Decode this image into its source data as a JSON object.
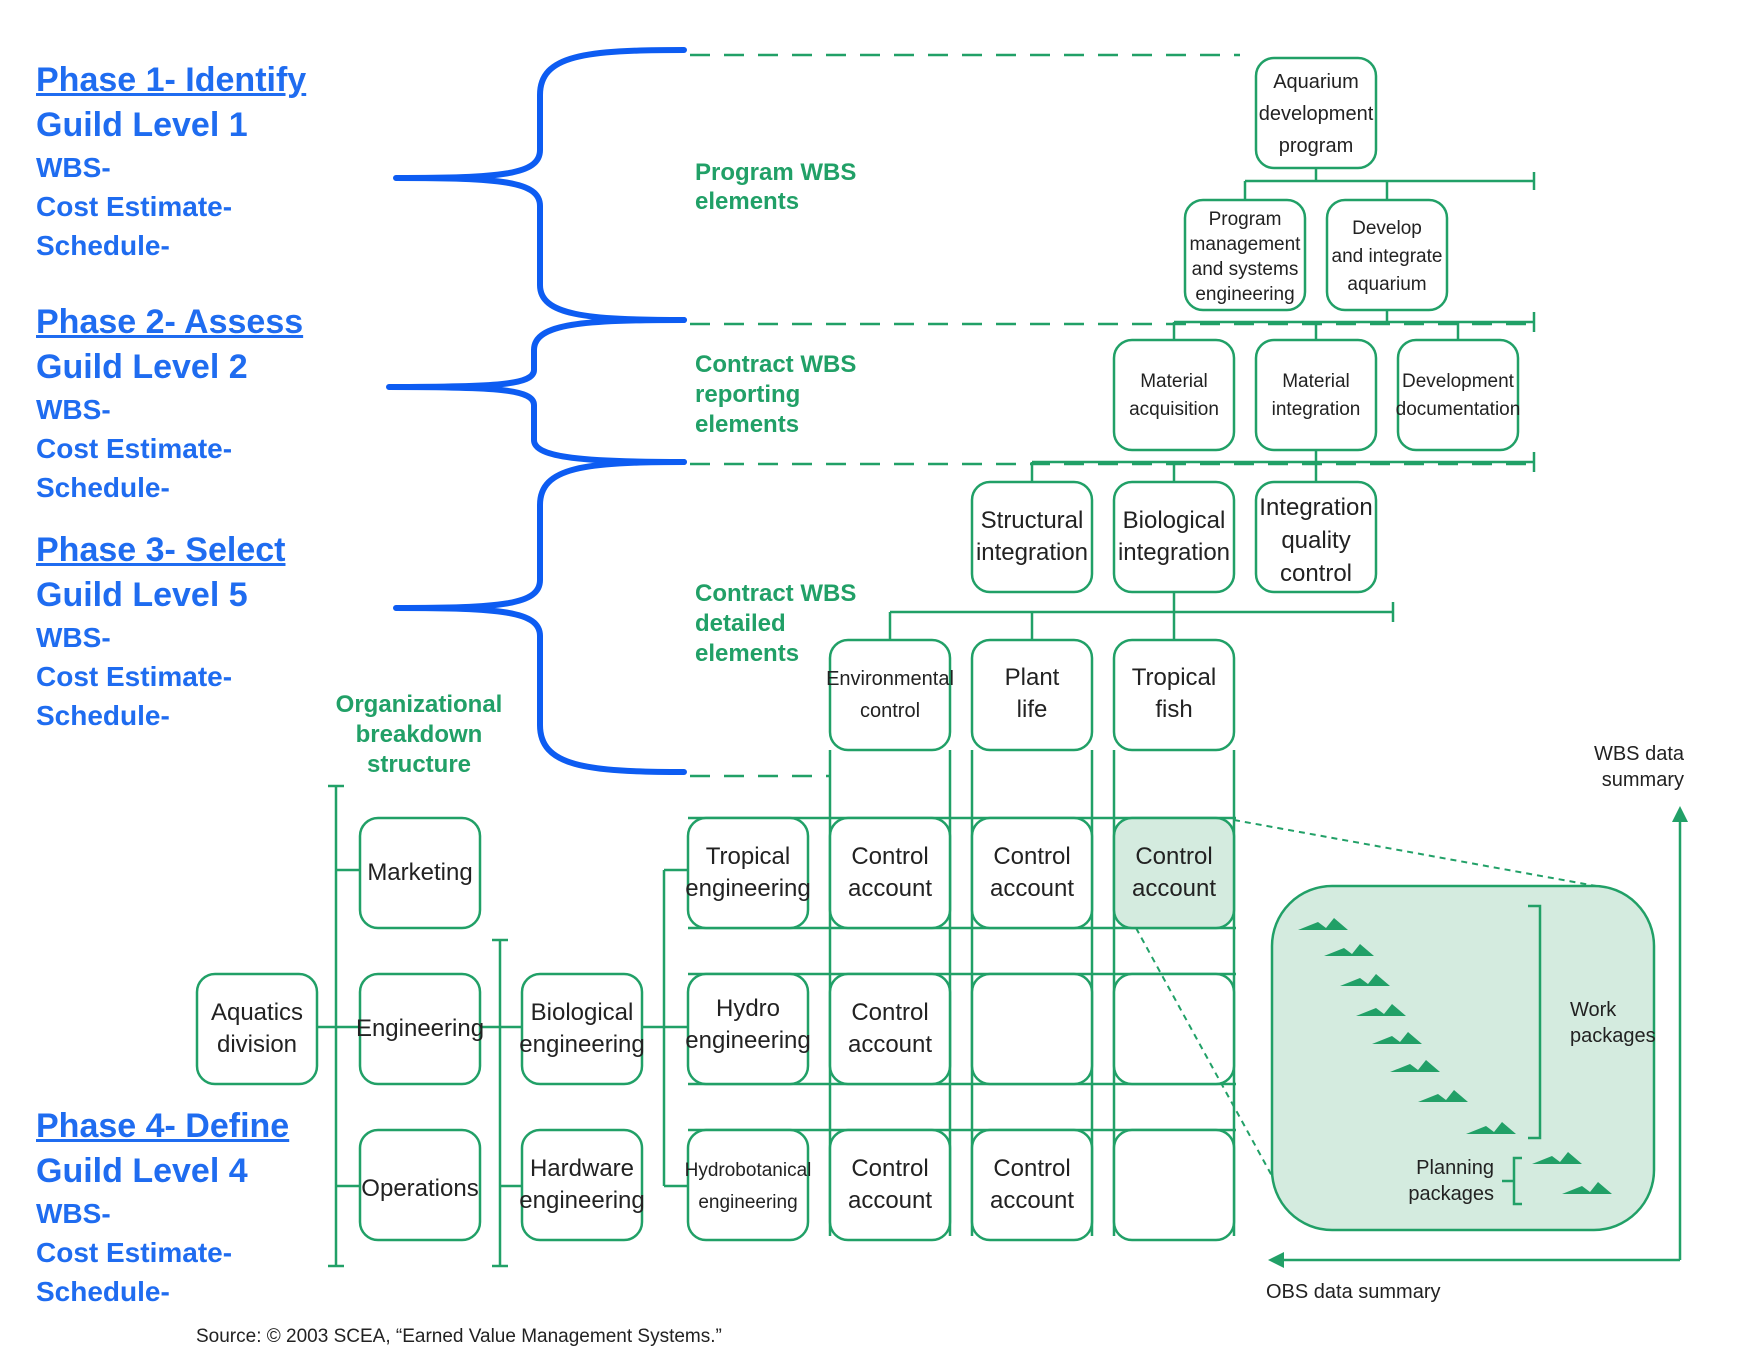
{
  "phases": [
    {
      "title": "Phase 1- Identify",
      "guild": "Guild Level 1",
      "wbs": "WBS-",
      "cost": "Cost Estimate-",
      "schedule": "Schedule-"
    },
    {
      "title": "Phase 2- Assess",
      "guild": "Guild Level 2",
      "wbs": "WBS-",
      "cost": "Cost Estimate-",
      "schedule": "Schedule-"
    },
    {
      "title": "Phase 3- Select",
      "guild": "Guild Level 5",
      "wbs": "WBS-",
      "cost": "Cost Estimate-",
      "schedule": "Schedule-"
    },
    {
      "title": "Phase 4- Define",
      "guild": "Guild Level 4",
      "wbs": "WBS-",
      "cost": "Cost Estimate-",
      "schedule": "Schedule-"
    }
  ],
  "groups": {
    "program": [
      "Program WBS",
      "elements"
    ],
    "contract_reporting": [
      "Contract WBS",
      "reporting",
      "elements"
    ],
    "contract_detailed": [
      "Contract WBS",
      "detailed",
      "elements"
    ],
    "obs": [
      "Organizational",
      "breakdown",
      "structure"
    ]
  },
  "wbs": {
    "root": [
      "Aquarium",
      "development",
      "program"
    ],
    "l2a": [
      "Program",
      "management",
      "and systems",
      "engineering"
    ],
    "l2b": [
      "Develop",
      "and integrate",
      "aquarium"
    ],
    "l3a": [
      "Material",
      "acquisition"
    ],
    "l3b": [
      "Material",
      "integration"
    ],
    "l3c": [
      "Development",
      "documentation"
    ],
    "l4a": [
      "Structural",
      "integration"
    ],
    "l4b": [
      "Biological",
      "integration"
    ],
    "l4c": [
      "Integration",
      "quality",
      "control"
    ],
    "l5a": [
      "Environmental",
      "control"
    ],
    "l5b": [
      "Plant",
      "life"
    ],
    "l5c": [
      "Tropical",
      "fish"
    ]
  },
  "obs": {
    "division": [
      "Aquatics",
      "division"
    ],
    "marketing": [
      "Marketing"
    ],
    "engineering": [
      "Engineering"
    ],
    "operations": [
      "Operations"
    ],
    "bio": [
      "Biological",
      "engineering"
    ],
    "hw": [
      "Hardware",
      "engineering"
    ],
    "tropical": [
      "Tropical",
      "engineering"
    ],
    "hydro": [
      "Hydro",
      "engineering"
    ],
    "hydrobot": [
      "Hydrobotanical",
      "engineering"
    ]
  },
  "control_account": [
    "Control",
    "account"
  ],
  "labels": {
    "wbs_summary": [
      "WBS data",
      "summary"
    ],
    "obs_summary": "OBS data summary",
    "work_packages": [
      "Work",
      "packages"
    ],
    "planning_packages": [
      "Planning",
      "packages"
    ]
  },
  "source": "Source: © 2003 SCEA, “Earned Value Management Systems.”",
  "colors": {
    "accent": "#21a067",
    "phase_text": "#1f6cf0",
    "brace": "#0d5cf2",
    "highlight": "#d4ebdf"
  }
}
